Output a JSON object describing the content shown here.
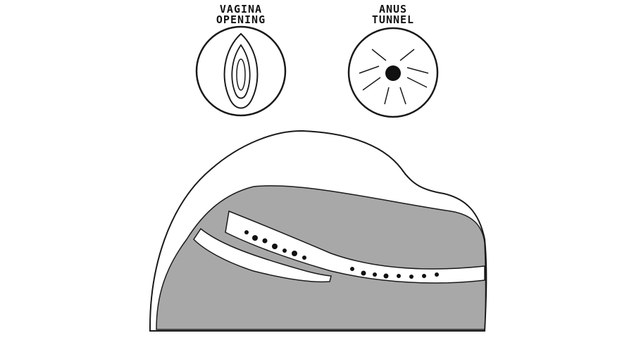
{
  "labels": {
    "left": [
      "VAGINA",
      "OPENING"
    ],
    "right": [
      "ANUS",
      "TUNNEL"
    ]
  },
  "colors": {
    "body_fill": "#a8a8a8",
    "outline": "#1a1a1a",
    "background": "#ffffff"
  }
}
